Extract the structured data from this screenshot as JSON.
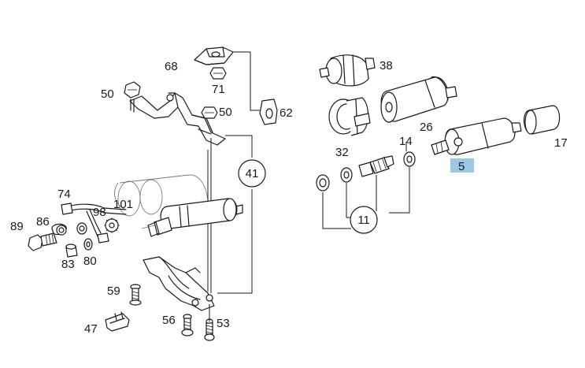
{
  "diagram": {
    "labels": {
      "p68": "68",
      "p71": "71",
      "p50a": "50",
      "p50b": "50",
      "p62": "62",
      "p38": "38",
      "p26": "26",
      "p32": "32",
      "p14": "14",
      "p17": "17",
      "p5": "5",
      "p74": "74",
      "p101": "101",
      "p98": "98",
      "p86": "86",
      "p89": "89",
      "p83": "83",
      "p80": "80",
      "p59": "59",
      "p47": "47",
      "p56": "56",
      "p53": "53"
    },
    "callouts": {
      "c41": "41",
      "c11": "11"
    },
    "highlight_color": "#9cc9e6"
  }
}
